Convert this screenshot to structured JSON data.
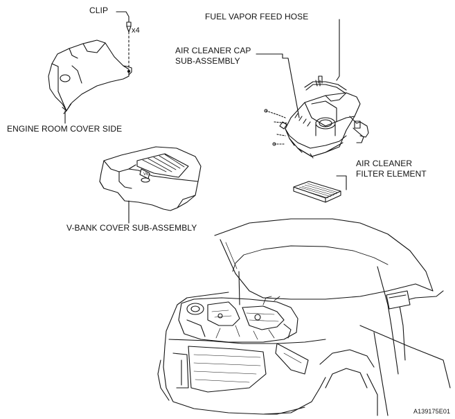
{
  "labels": {
    "clip": "CLIP",
    "clip_qty": "x4",
    "fuel_vapor_feed_hose": "FUEL VAPOR FEED HOSE",
    "air_cleaner_cap_line1": "AIR CLEANER CAP",
    "air_cleaner_cap_line2": "SUB-ASSEMBLY",
    "engine_room_cover_side": "ENGINE ROOM COVER SIDE",
    "air_cleaner_filter_line1": "AIR CLEANER",
    "air_cleaner_filter_line2": "FILTER ELEMENT",
    "v_bank_cover": "V-BANK COVER SUB-ASSEMBLY",
    "figure_id": "A139175E01"
  },
  "colors": {
    "ink": "#111111",
    "paper": "#ffffff",
    "shade": "#9a9a9a"
  }
}
